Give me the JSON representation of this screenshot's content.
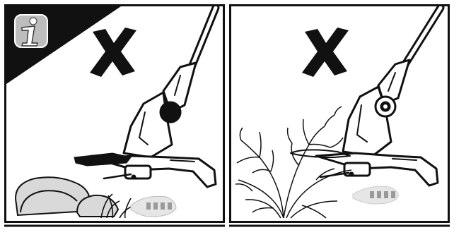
{
  "figure": {
    "panels": [
      {
        "id": "left",
        "mark": "cross",
        "scene": "trimmer-on-rocks"
      },
      {
        "id": "right",
        "mark": "cross",
        "scene": "trimmer-in-shrub"
      }
    ],
    "badge_icon": "info-i-icon",
    "colors": {
      "ink": "#111111",
      "paper": "#ffffff",
      "fill_gray": "#d9d9d9",
      "arrow_gray": "#e6e6e6"
    }
  }
}
